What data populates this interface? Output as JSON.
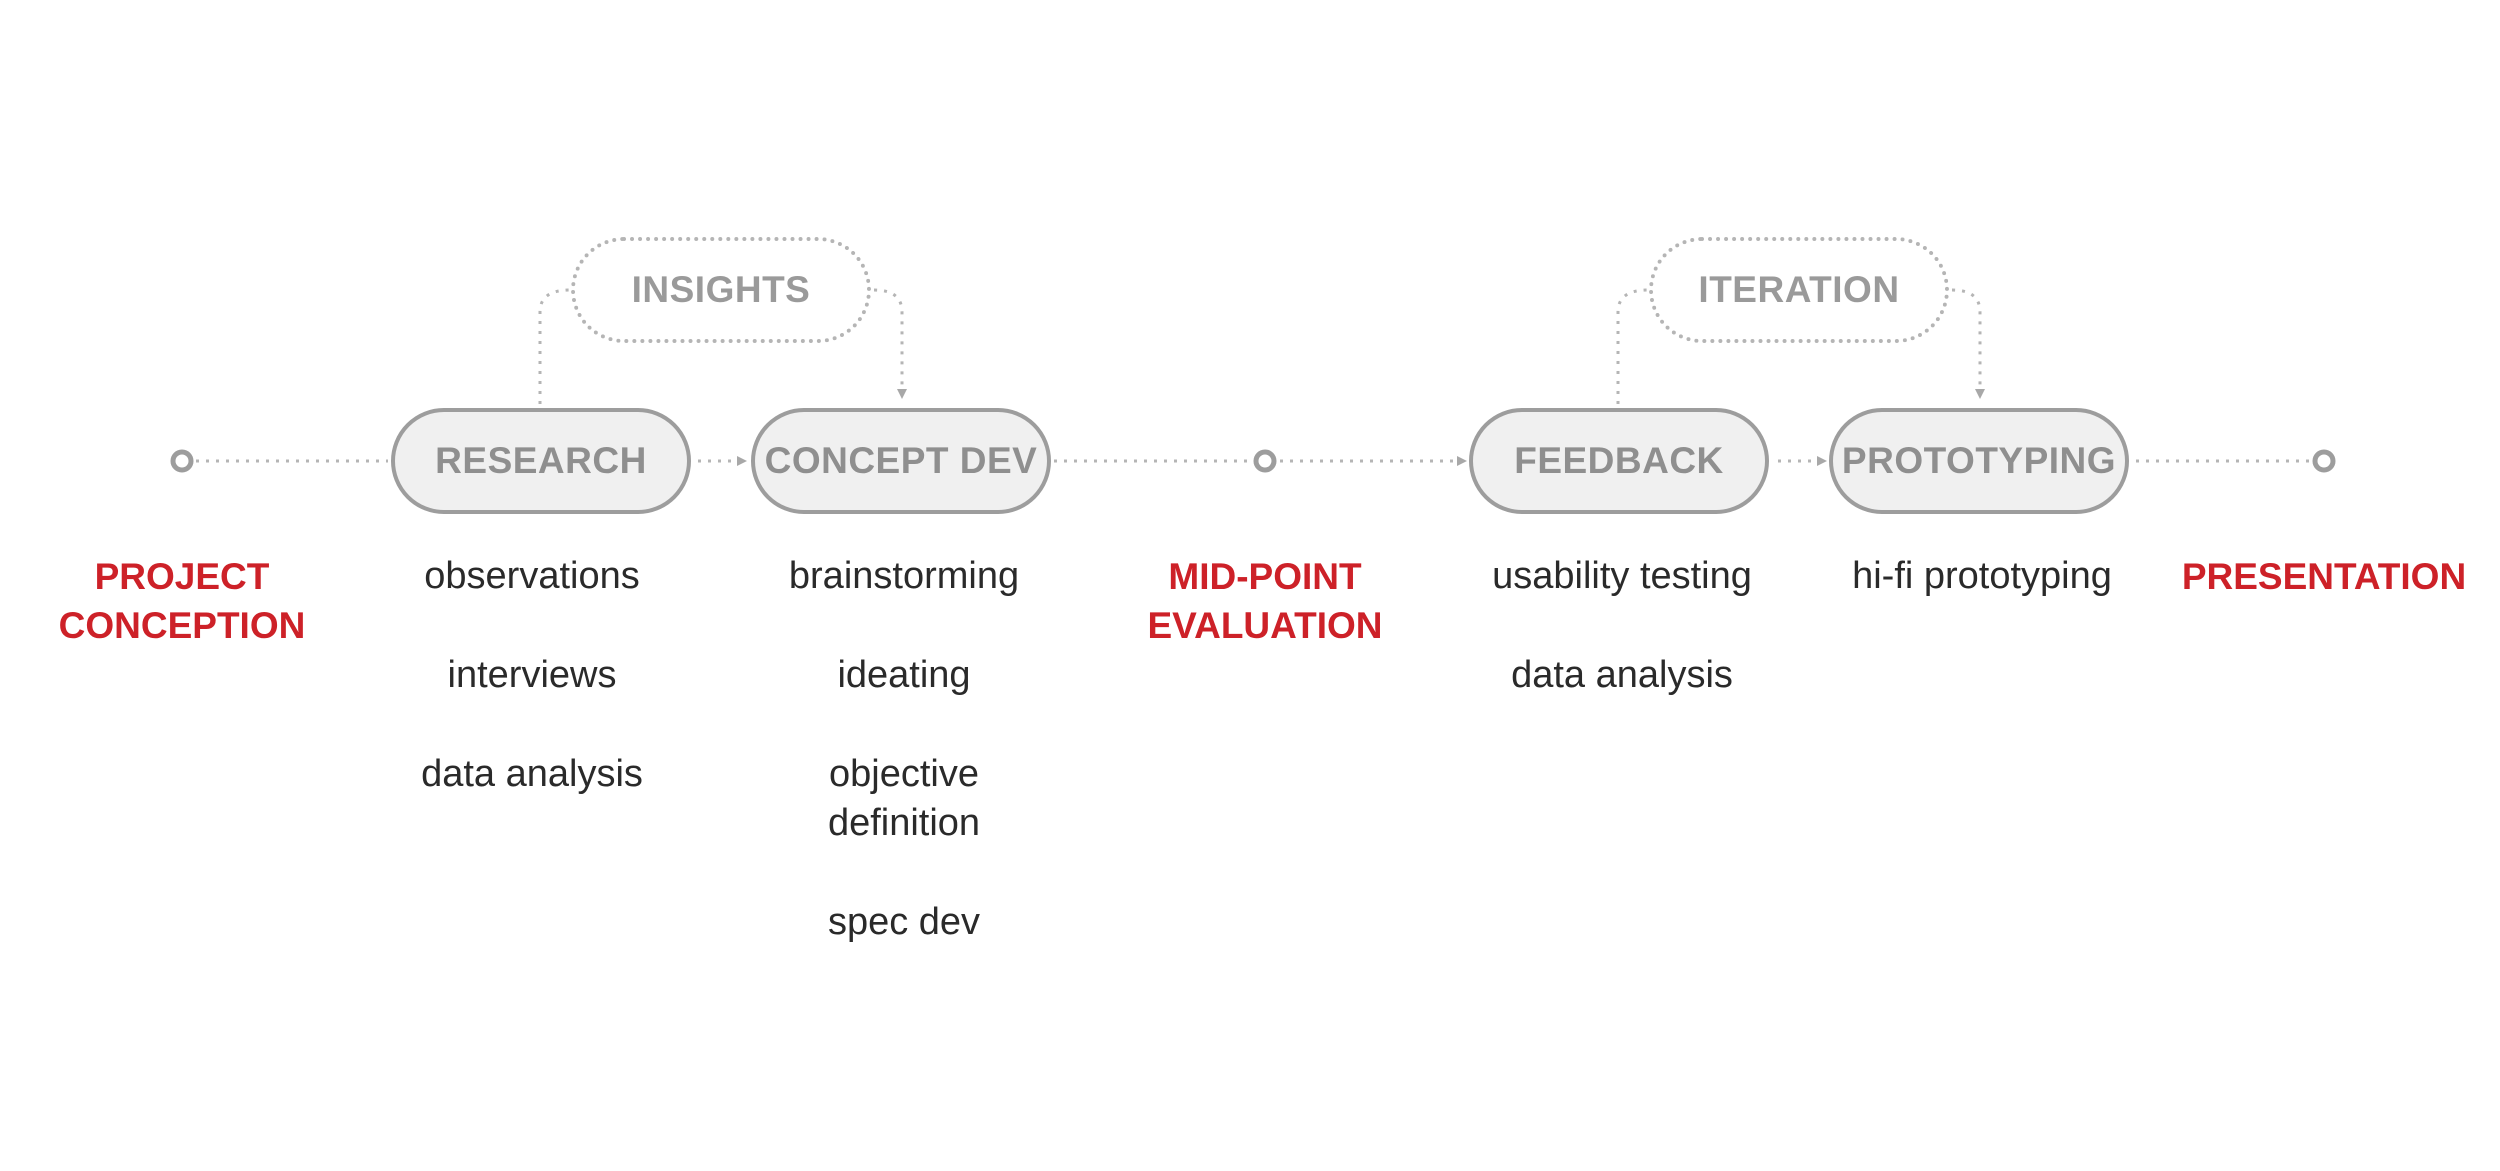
{
  "milestones": {
    "start": [
      "PROJECT",
      "CONCEPTION"
    ],
    "mid": [
      "MID-POINT",
      "EVALUATION"
    ],
    "end": [
      "PRESENTATION"
    ]
  },
  "phases": {
    "research": "RESEARCH",
    "concept_dev": "CONCEPT DEV",
    "feedback": "FEEDBACK",
    "prototyping": "PROTOTYPING"
  },
  "loops": {
    "insights": "INSIGHTS",
    "iteration": "ITERATION"
  },
  "tasks": {
    "research": [
      "observations",
      "interviews",
      "data analysis"
    ],
    "concept_dev": [
      "brainstorming",
      "ideating",
      "objective definition",
      "spec dev"
    ],
    "feedback": [
      "usability testing",
      "data analysis"
    ],
    "prototyping": [
      "hi-fi prototyping"
    ]
  },
  "colors": {
    "milestone": "#cd2128",
    "phase_text": "#8f8f8f",
    "phase_border": "#9d9d9d",
    "phase_fill": "#f0f0f0",
    "connector": "#b5b5b5",
    "task_text": "#2a2a2a"
  }
}
